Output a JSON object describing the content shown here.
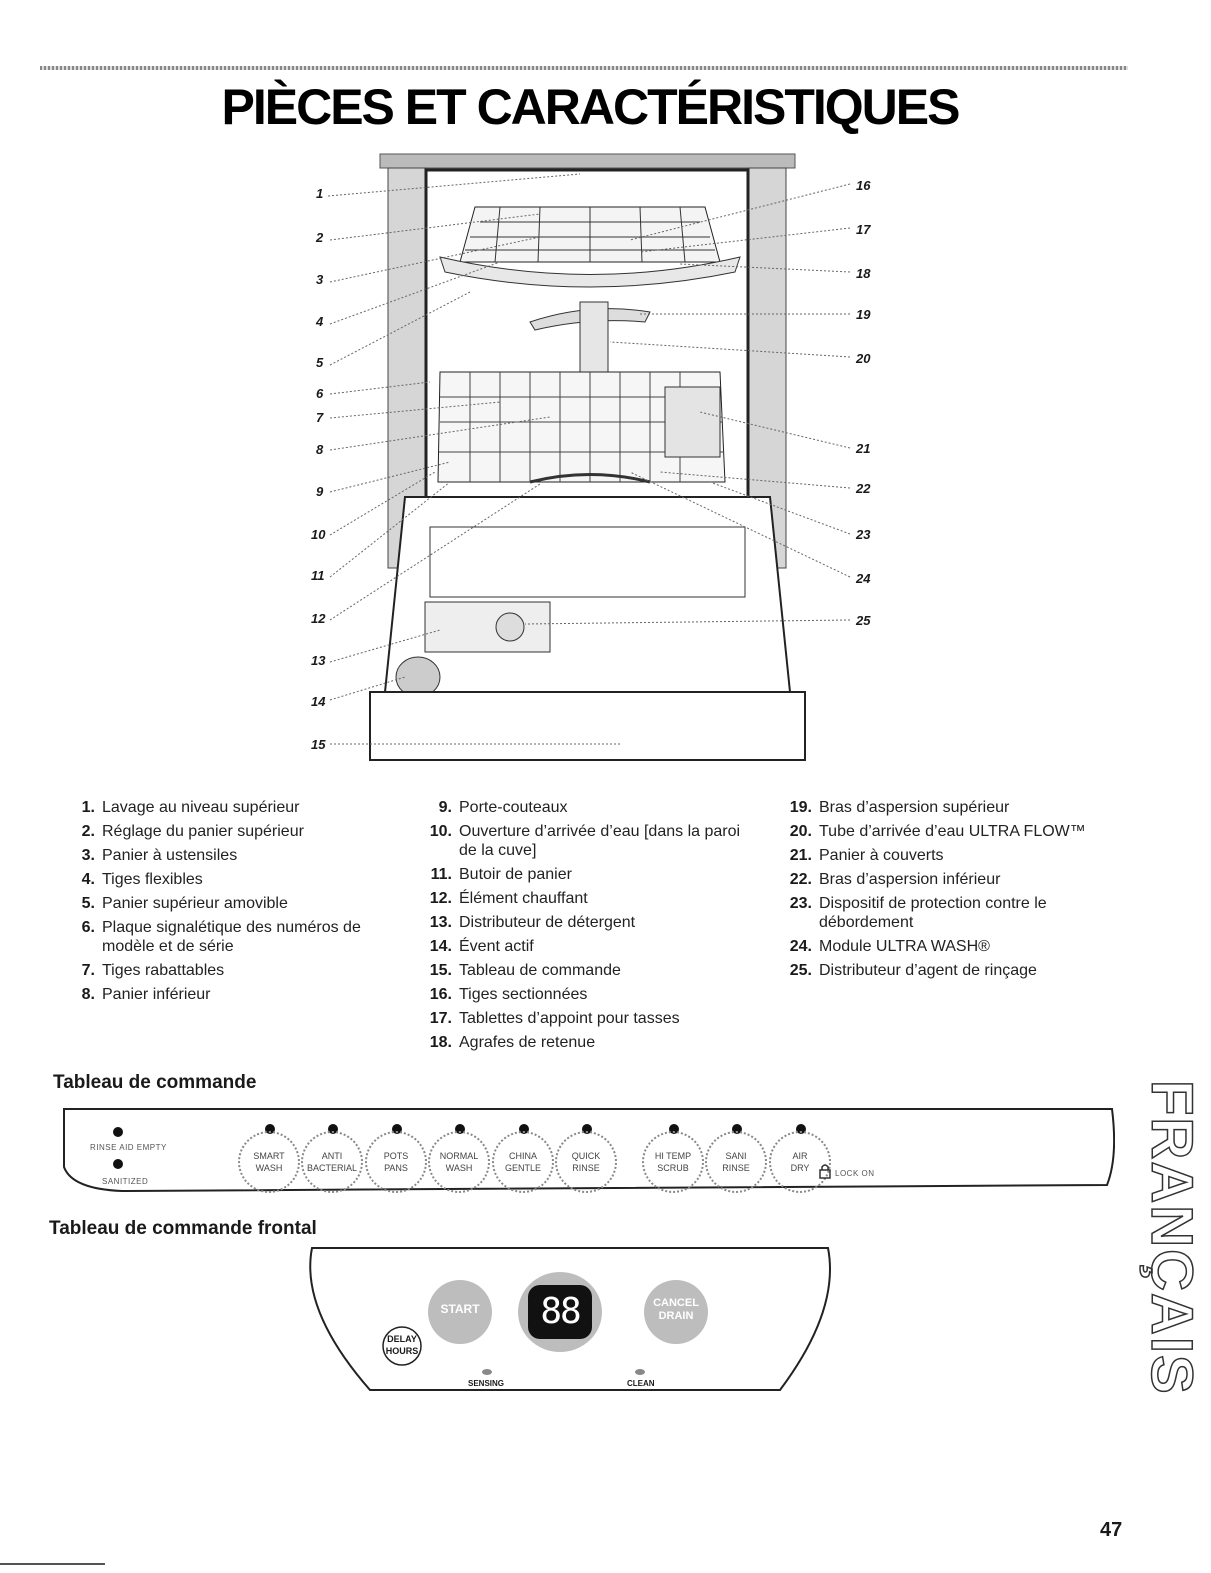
{
  "page": {
    "title": "PIÈCES ET CARACTÉRISTIQUES",
    "page_number": "47",
    "side_tab": "FRANÇAIS"
  },
  "diagram": {
    "callouts_left": [
      "1",
      "2",
      "3",
      "4",
      "5",
      "6",
      "7",
      "8",
      "9",
      "10",
      "11",
      "12",
      "13",
      "14",
      "15"
    ],
    "callouts_right": [
      "16",
      "17",
      "18",
      "19",
      "20",
      "21",
      "22",
      "23",
      "24",
      "25"
    ]
  },
  "parts": {
    "col1": [
      {
        "num": "1.",
        "text": "Lavage au niveau supérieur"
      },
      {
        "num": "2.",
        "text": "Réglage du panier supérieur"
      },
      {
        "num": "3.",
        "text": "Panier à ustensiles"
      },
      {
        "num": "4.",
        "text": "Tiges flexibles"
      },
      {
        "num": "5.",
        "text": "Panier supérieur amovible"
      },
      {
        "num": "6.",
        "text": "Plaque signalétique des numéros de modèle et de série"
      },
      {
        "num": "7.",
        "text": "Tiges rabattables"
      },
      {
        "num": "8.",
        "text": "Panier inférieur"
      }
    ],
    "col2": [
      {
        "num": "9.",
        "text": "Porte-couteaux"
      },
      {
        "num": "10.",
        "text": "Ouverture d’arrivée d’eau [dans la paroi de la cuve]"
      },
      {
        "num": "11.",
        "text": "Butoir de panier"
      },
      {
        "num": "12.",
        "text": "Élément chauffant"
      },
      {
        "num": "13.",
        "text": "Distributeur de détergent"
      },
      {
        "num": "14.",
        "text": "Évent actif"
      },
      {
        "num": "15.",
        "text": "Tableau de commande"
      },
      {
        "num": "16.",
        "text": "Tiges sectionnées"
      },
      {
        "num": "17.",
        "text": "Tablettes d’appoint pour tasses"
      },
      {
        "num": "18.",
        "text": "Agrafes de retenue"
      }
    ],
    "col3": [
      {
        "num": "19.",
        "text": "Bras d’aspersion supérieur"
      },
      {
        "num": "20.",
        "text": "Tube d’arrivée d’eau ULTRA FLOW™"
      },
      {
        "num": "21.",
        "text": "Panier à couverts"
      },
      {
        "num": "22.",
        "text": "Bras d’aspersion inférieur"
      },
      {
        "num": "23.",
        "text": "Dispositif de protection contre le débordement"
      },
      {
        "num": "24.",
        "text": "Module ULTRA WASH®"
      },
      {
        "num": "25.",
        "text": "Distributeur d’agent de rinçage"
      }
    ]
  },
  "control_panel": {
    "heading": "Tableau de commande",
    "indicator_top": "RINSE AID EMPTY",
    "indicator_bottom": "SANITIZED",
    "buttons": [
      {
        "line1": "SMART",
        "line2": "WASH"
      },
      {
        "line1": "ANTI",
        "line2": "BACTERIAL"
      },
      {
        "line1": "POTS",
        "line2": "PANS"
      },
      {
        "line1": "NORMAL",
        "line2": "WASH"
      },
      {
        "line1": "CHINA",
        "line2": "GENTLE"
      },
      {
        "line1": "QUICK",
        "line2": "RINSE"
      },
      {
        "line1": "HI TEMP",
        "line2": "SCRUB"
      },
      {
        "line1": "SANI",
        "line2": "RINSE"
      },
      {
        "line1": "AIR",
        "line2": "DRY"
      }
    ],
    "lock_label": "LOCK ON"
  },
  "front_panel": {
    "heading": "Tableau de commande frontal",
    "delay_line1": "DELAY",
    "delay_line2": "HOURS",
    "start": "START",
    "display": "88",
    "cancel_line1": "CANCEL",
    "cancel_line2": "DRAIN",
    "sensing": "SENSING",
    "clean": "CLEAN"
  }
}
